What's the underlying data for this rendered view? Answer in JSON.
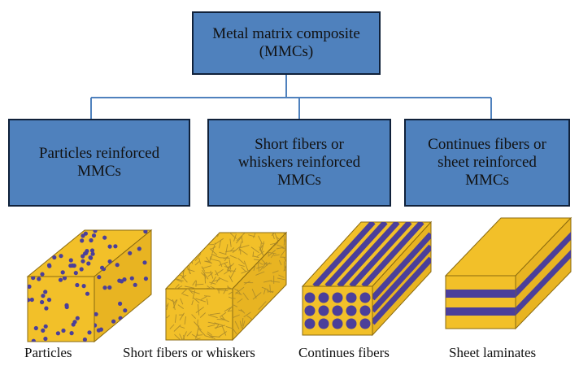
{
  "root": {
    "lines": [
      "Metal matrix composite",
      "(MMCs)"
    ]
  },
  "categories": [
    {
      "lines": [
        "Particles reinforced",
        "MMCs"
      ]
    },
    {
      "lines": [
        "Short fibers or",
        "whiskers reinforced",
        "MMCs"
      ]
    },
    {
      "lines": [
        "Continues fibers or",
        "sheet reinforced",
        "MMCs"
      ]
    }
  ],
  "captions": [
    "Particles",
    "Short fibers or whiskers",
    "Continues fibers",
    "Sheet laminates"
  ],
  "colors": {
    "box_fill": "#4f81bd",
    "connector": "#4f81bd",
    "matrix": "#f2c029",
    "reinforcement": "#4b3f9a"
  }
}
